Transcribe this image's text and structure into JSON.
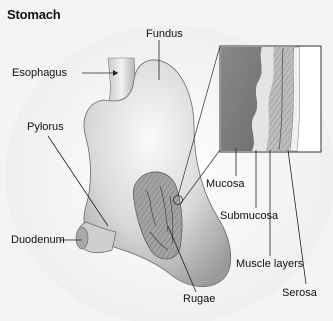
{
  "title": "Stomach",
  "labels": {
    "fundus": "Fundus",
    "esophagus": "Esophagus",
    "pylorus": "Pylorus",
    "duodenum": "Duodenum",
    "rugae": "Rugae",
    "mucosa": "Mucosa",
    "submucosa": "Submucosa",
    "muscle_layers": "Muscle layers",
    "serosa": "Serosa"
  }
}
